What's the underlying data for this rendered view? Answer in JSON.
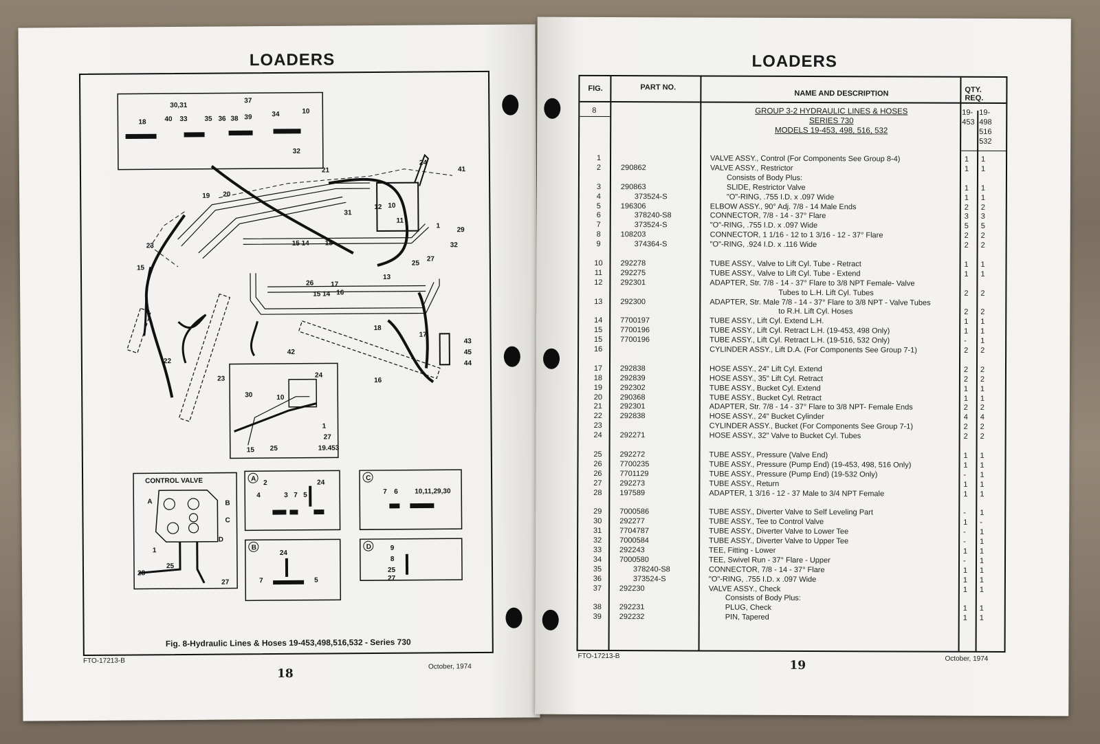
{
  "left_page": {
    "title": "LOADERS",
    "figure": {
      "caption": "Fig. 8-Hydraulic Lines & Hoses 19-453,498,516,532 - Series 730",
      "labels": [
        "30,31",
        "37",
        "18",
        "40",
        "33",
        "35",
        "36",
        "38",
        "39",
        "34",
        "10",
        "32",
        "21",
        "24",
        "41",
        "19",
        "20",
        "31",
        "12",
        "10",
        "11",
        "1",
        "29",
        "32",
        "23",
        "15",
        "15 14",
        "18",
        "13",
        "25",
        "27",
        "26",
        "17",
        "16",
        "15 14",
        "22",
        "23",
        "42",
        "18",
        "17",
        "43",
        "45",
        "44",
        "16",
        "30",
        "24",
        "10",
        "1",
        "27",
        "15",
        "25",
        "19.453"
      ],
      "control_valve": {
        "title": "CONTROL VALVE",
        "labels": [
          "A",
          "B",
          "C",
          "D",
          "1",
          "28",
          "25",
          "27"
        ]
      },
      "detail_a": {
        "tag": "A",
        "labels": [
          "2",
          "4",
          "3",
          "7",
          "5",
          "24"
        ]
      },
      "detail_b": {
        "tag": "B",
        "labels": [
          "24",
          "7",
          "5"
        ]
      },
      "detail_c": {
        "tag": "C",
        "labels": [
          "7",
          "6",
          "10,11,29,30"
        ]
      },
      "detail_d": {
        "tag": "D",
        "labels": [
          "9",
          "8",
          "25",
          "27"
        ]
      }
    },
    "doc_code": "FTO-17213-B",
    "date": "October, 1974",
    "page_number": "18"
  },
  "right_page": {
    "title": "LOADERS",
    "table": {
      "headers": {
        "fig": "FIG.",
        "part": "PART NO.",
        "desc": "NAME AND DESCRIPTION",
        "qty": "QTY. REQ."
      },
      "group_fig": "8",
      "group_title": [
        "GROUP 3-2 HYDRAULIC LINES & HOSES",
        "SERIES 730",
        "MODELS 19-453, 498, 516, 532"
      ],
      "qty_columns": [
        [
          "19-",
          "453"
        ],
        [
          "19-",
          "498",
          "516",
          "532"
        ]
      ],
      "rows": [
        {
          "fig": "1",
          "part": "",
          "desc": "VALVE ASSY., Control (For Components See Group 8-4)",
          "q1": "1",
          "q2": "1"
        },
        {
          "fig": "2",
          "part": "290862",
          "desc": "VALVE ASSY., Restrictor",
          "q1": "1",
          "q2": "1"
        },
        {
          "fig": "",
          "part": "",
          "desc": "Consists of Body Plus:",
          "sub": true
        },
        {
          "fig": "3",
          "part": "290863",
          "desc": "SLIDE, Restrictor Valve",
          "sub": true,
          "q1": "1",
          "q2": "1"
        },
        {
          "fig": "4",
          "part": "373524-S",
          "pind": true,
          "desc": "\"O\"-RING, .755 I.D. x .097 Wide",
          "sub": true,
          "q1": "1",
          "q2": "1"
        },
        {
          "fig": "5",
          "part": "196306",
          "desc": "ELBOW ASSY., 90° Adj. 7/8 - 14 Male Ends",
          "q1": "2",
          "q2": "2"
        },
        {
          "fig": "6",
          "part": "378240-S8",
          "pind": true,
          "desc": "CONNECTOR, 7/8 - 14 - 37° Flare",
          "q1": "3",
          "q2": "3"
        },
        {
          "fig": "7",
          "part": "373524-S",
          "pind": true,
          "desc": "\"O\"-RING, .755 I.D. x .097 Wide",
          "q1": "5",
          "q2": "5"
        },
        {
          "fig": "8",
          "part": "108203",
          "desc": "CONNECTOR, 1 1/16 - 12 to 1 3/16 - 12 - 37° Flare",
          "q1": "2",
          "q2": "2"
        },
        {
          "fig": "9",
          "part": "374364-S",
          "pind": true,
          "desc": "\"O\"-RING, .924 I.D. x .116 Wide",
          "q1": "2",
          "q2": "2"
        },
        {},
        {
          "fig": "10",
          "part": "292278",
          "desc": "TUBE ASSY., Valve to Lift Cyl. Tube - Retract",
          "q1": "1",
          "q2": "1"
        },
        {
          "fig": "11",
          "part": "292275",
          "desc": "TUBE ASSY., Valve to Lift Cyl. Tube - Extend",
          "q1": "1",
          "q2": "1"
        },
        {
          "fig": "12",
          "part": "292301",
          "desc": "ADAPTER, Str. 7/8 - 14 - 37° Flare to 3/8 NPT Female- Valve"
        },
        {
          "fig": "",
          "part": "",
          "desc": "Tubes to L.H. Lift Cyl. Tubes",
          "cont": true,
          "q1": "2",
          "q2": "2"
        },
        {
          "fig": "13",
          "part": "292300",
          "desc": "ADAPTER, Str. Male 7/8 - 14 - 37° Flare to 3/8 NPT - Valve Tubes"
        },
        {
          "fig": "",
          "part": "",
          "desc": "to R.H. Lift Cyl. Hoses",
          "cont": true,
          "q1": "2",
          "q2": "2"
        },
        {
          "fig": "14",
          "part": "7700197",
          "desc": "TUBE ASSY., Lift Cyl. Extend L.H.",
          "q1": "1",
          "q2": "1"
        },
        {
          "fig": "15",
          "part": "7700196",
          "desc": "TUBE ASSY., Lift Cyl. Retract L.H. (19-453, 498 Only)",
          "q1": "1",
          "q2": "1"
        },
        {
          "fig": "15",
          "part": "7700196",
          "desc": "TUBE ASSY., Lift Cyl. Retract L.H. (19-516, 532 Only)",
          "q1": "-",
          "q2": "1"
        },
        {
          "fig": "16",
          "part": "",
          "desc": "CYLINDER ASSY., Lift D.A. (For Components See Group 7-1)",
          "q1": "2",
          "q2": "2"
        },
        {},
        {
          "fig": "17",
          "part": "292838",
          "desc": "HOSE ASSY., 24\" Lift Cyl. Extend",
          "q1": "2",
          "q2": "2"
        },
        {
          "fig": "18",
          "part": "292839",
          "desc": "HOSE ASSY., 35\" Lift Cyl. Retract",
          "q1": "2",
          "q2": "2"
        },
        {
          "fig": "19",
          "part": "292302",
          "desc": "TUBE ASSY., Bucket Cyl. Extend",
          "q1": "1",
          "q2": "1"
        },
        {
          "fig": "20",
          "part": "290368",
          "desc": "TUBE ASSY., Bucket Cyl. Retract",
          "q1": "1",
          "q2": "1"
        },
        {
          "fig": "21",
          "part": "292301",
          "desc": "ADAPTER, Str. 7/8 - 14 - 37° Flare to 3/8 NPT- Female Ends",
          "q1": "2",
          "q2": "2"
        },
        {
          "fig": "22",
          "part": "292838",
          "desc": "HOSE ASSY., 24\" Bucket Cylinder",
          "q1": "4",
          "q2": "4"
        },
        {
          "fig": "23",
          "part": "",
          "desc": "CYLINDER ASSY., Bucket (For Components See Group 7-1)",
          "q1": "2",
          "q2": "2"
        },
        {
          "fig": "24",
          "part": "292271",
          "desc": "HOSE ASSY., 32\" Valve to Bucket Cyl. Tubes",
          "q1": "2",
          "q2": "2"
        },
        {},
        {
          "fig": "25",
          "part": "292272",
          "desc": "TUBE ASSY., Pressure (Valve End)",
          "q1": "1",
          "q2": "1"
        },
        {
          "fig": "26",
          "part": "7700235",
          "desc": "TUBE ASSY., Pressure (Pump End) (19-453, 498, 516 Only)",
          "q1": "1",
          "q2": "1"
        },
        {
          "fig": "26",
          "part": "7701129",
          "desc": "TUBE ASSY., Pressure (Pump End) (19-532 Only)",
          "q1": "-",
          "q2": "1"
        },
        {
          "fig": "27",
          "part": "292273",
          "desc": "TUBE ASSY., Return",
          "q1": "1",
          "q2": "1"
        },
        {
          "fig": "28",
          "part": "197589",
          "desc": "ADAPTER, 1 3/16 - 12 - 37 Male to 3/4 NPT Female",
          "q1": "1",
          "q2": "1"
        },
        {},
        {
          "fig": "29",
          "part": "7000586",
          "desc": "TUBE ASSY., Diverter Valve to Self Leveling Part",
          "q1": "-",
          "q2": "1"
        },
        {
          "fig": "30",
          "part": "292277",
          "desc": "TUBE ASSY., Tee to Control Valve",
          "q1": "1",
          "q2": "-"
        },
        {
          "fig": "31",
          "part": "7704787",
          "desc": "TUBE ASSY., Diverter Valve to Lower Tee",
          "q1": "-",
          "q2": "1"
        },
        {
          "fig": "32",
          "part": "7000584",
          "desc": "TUBE ASSY., Diverter Valve to Upper Tee",
          "q1": "-",
          "q2": "1"
        },
        {
          "fig": "33",
          "part": "292243",
          "desc": "TEE, Fitting - Lower",
          "q1": "1",
          "q2": "1"
        },
        {
          "fig": "34",
          "part": "7000580",
          "desc": "TEE, Swivel Run - 37° Flare - Upper",
          "q1": "-",
          "q2": "1"
        },
        {
          "fig": "35",
          "part": "378240-S8",
          "pind": true,
          "desc": "CONNECTOR, 7/8 - 14 - 37° Flare",
          "q1": "1",
          "q2": "1"
        },
        {
          "fig": "36",
          "part": "373524-S",
          "pind": true,
          "desc": "\"O\"-RING, .755 I.D. x .097 Wide",
          "q1": "1",
          "q2": "1"
        },
        {
          "fig": "37",
          "part": "292230",
          "desc": "VALVE ASSY., Check",
          "q1": "1",
          "q2": "1"
        },
        {
          "fig": "",
          "part": "",
          "desc": "Consists of Body Plus:",
          "sub": true
        },
        {
          "fig": "38",
          "part": "292231",
          "desc": "PLUG, Check",
          "sub": true,
          "q1": "1",
          "q2": "1"
        },
        {
          "fig": "39",
          "part": "292232",
          "desc": "PIN, Tapered",
          "sub": true,
          "q1": "1",
          "q2": "1"
        }
      ]
    },
    "doc_code": "FTO-17213-B",
    "date": "October, 1974",
    "page_number": "19"
  },
  "colors": {
    "paper": "#f3f2ef",
    "ink": "#111111",
    "background": "#857969"
  }
}
